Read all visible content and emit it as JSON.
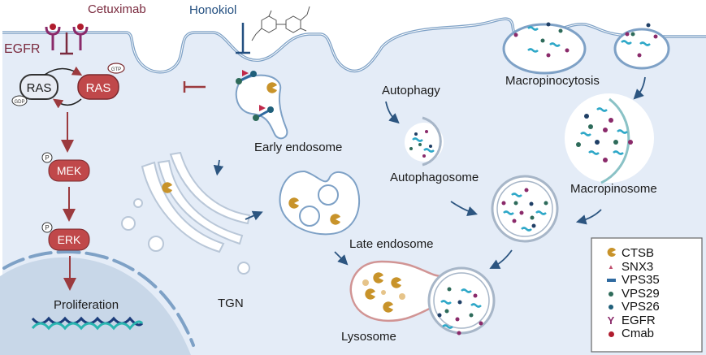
{
  "diagram": {
    "drugs": {
      "cetuximab": "Cetuximab",
      "honokiol": "Honokiol"
    },
    "receptor_label": "EGFR",
    "signaling": {
      "ras_inactive": "RAS",
      "ras_active": "RAS",
      "gdp": "GDP",
      "gtp": "GTP",
      "mek": "MEK",
      "erk": "ERK",
      "phospho": "P",
      "proliferation": "Proliferation"
    },
    "compartments": {
      "early_endosome": "Early endosome",
      "tgn": "TGN",
      "late_endosome": "Late endosome",
      "lysosome": "Lysosome",
      "autophagy": "Autophagy",
      "autophagosome": "Autophagosome",
      "macropinocytosis": "Macropinocytosis",
      "macropinosome": "Macropinosome"
    },
    "legend": [
      {
        "label": "CTSB",
        "icon": "pacman-icon",
        "color": "#c8932a"
      },
      {
        "label": "SNX3",
        "icon": "triangle-icon",
        "color": "#c0506e"
      },
      {
        "label": "VPS35",
        "icon": "bar-icon",
        "color": "#2f6aa0"
      },
      {
        "label": "VPS29",
        "icon": "dot-icon",
        "color": "#2e6b5a"
      },
      {
        "label": "VPS26",
        "icon": "dot-icon",
        "color": "#1f5f7a"
      },
      {
        "label": "EGFR",
        "icon": "receptor-y-icon",
        "color": "#8a2a6a"
      },
      {
        "label": "Cmab",
        "icon": "dot-icon",
        "color": "#b01c2e"
      }
    ],
    "colors": {
      "cytoplasm": "#e4ecf7",
      "membrane": "#7ea1c6",
      "signal": "#b84a4a",
      "drug_cetuximab": "#7a2a3e",
      "drug_honokiol": "#234f80",
      "nucleus": "#c8d7e8",
      "arrow": "#2c5580"
    }
  }
}
